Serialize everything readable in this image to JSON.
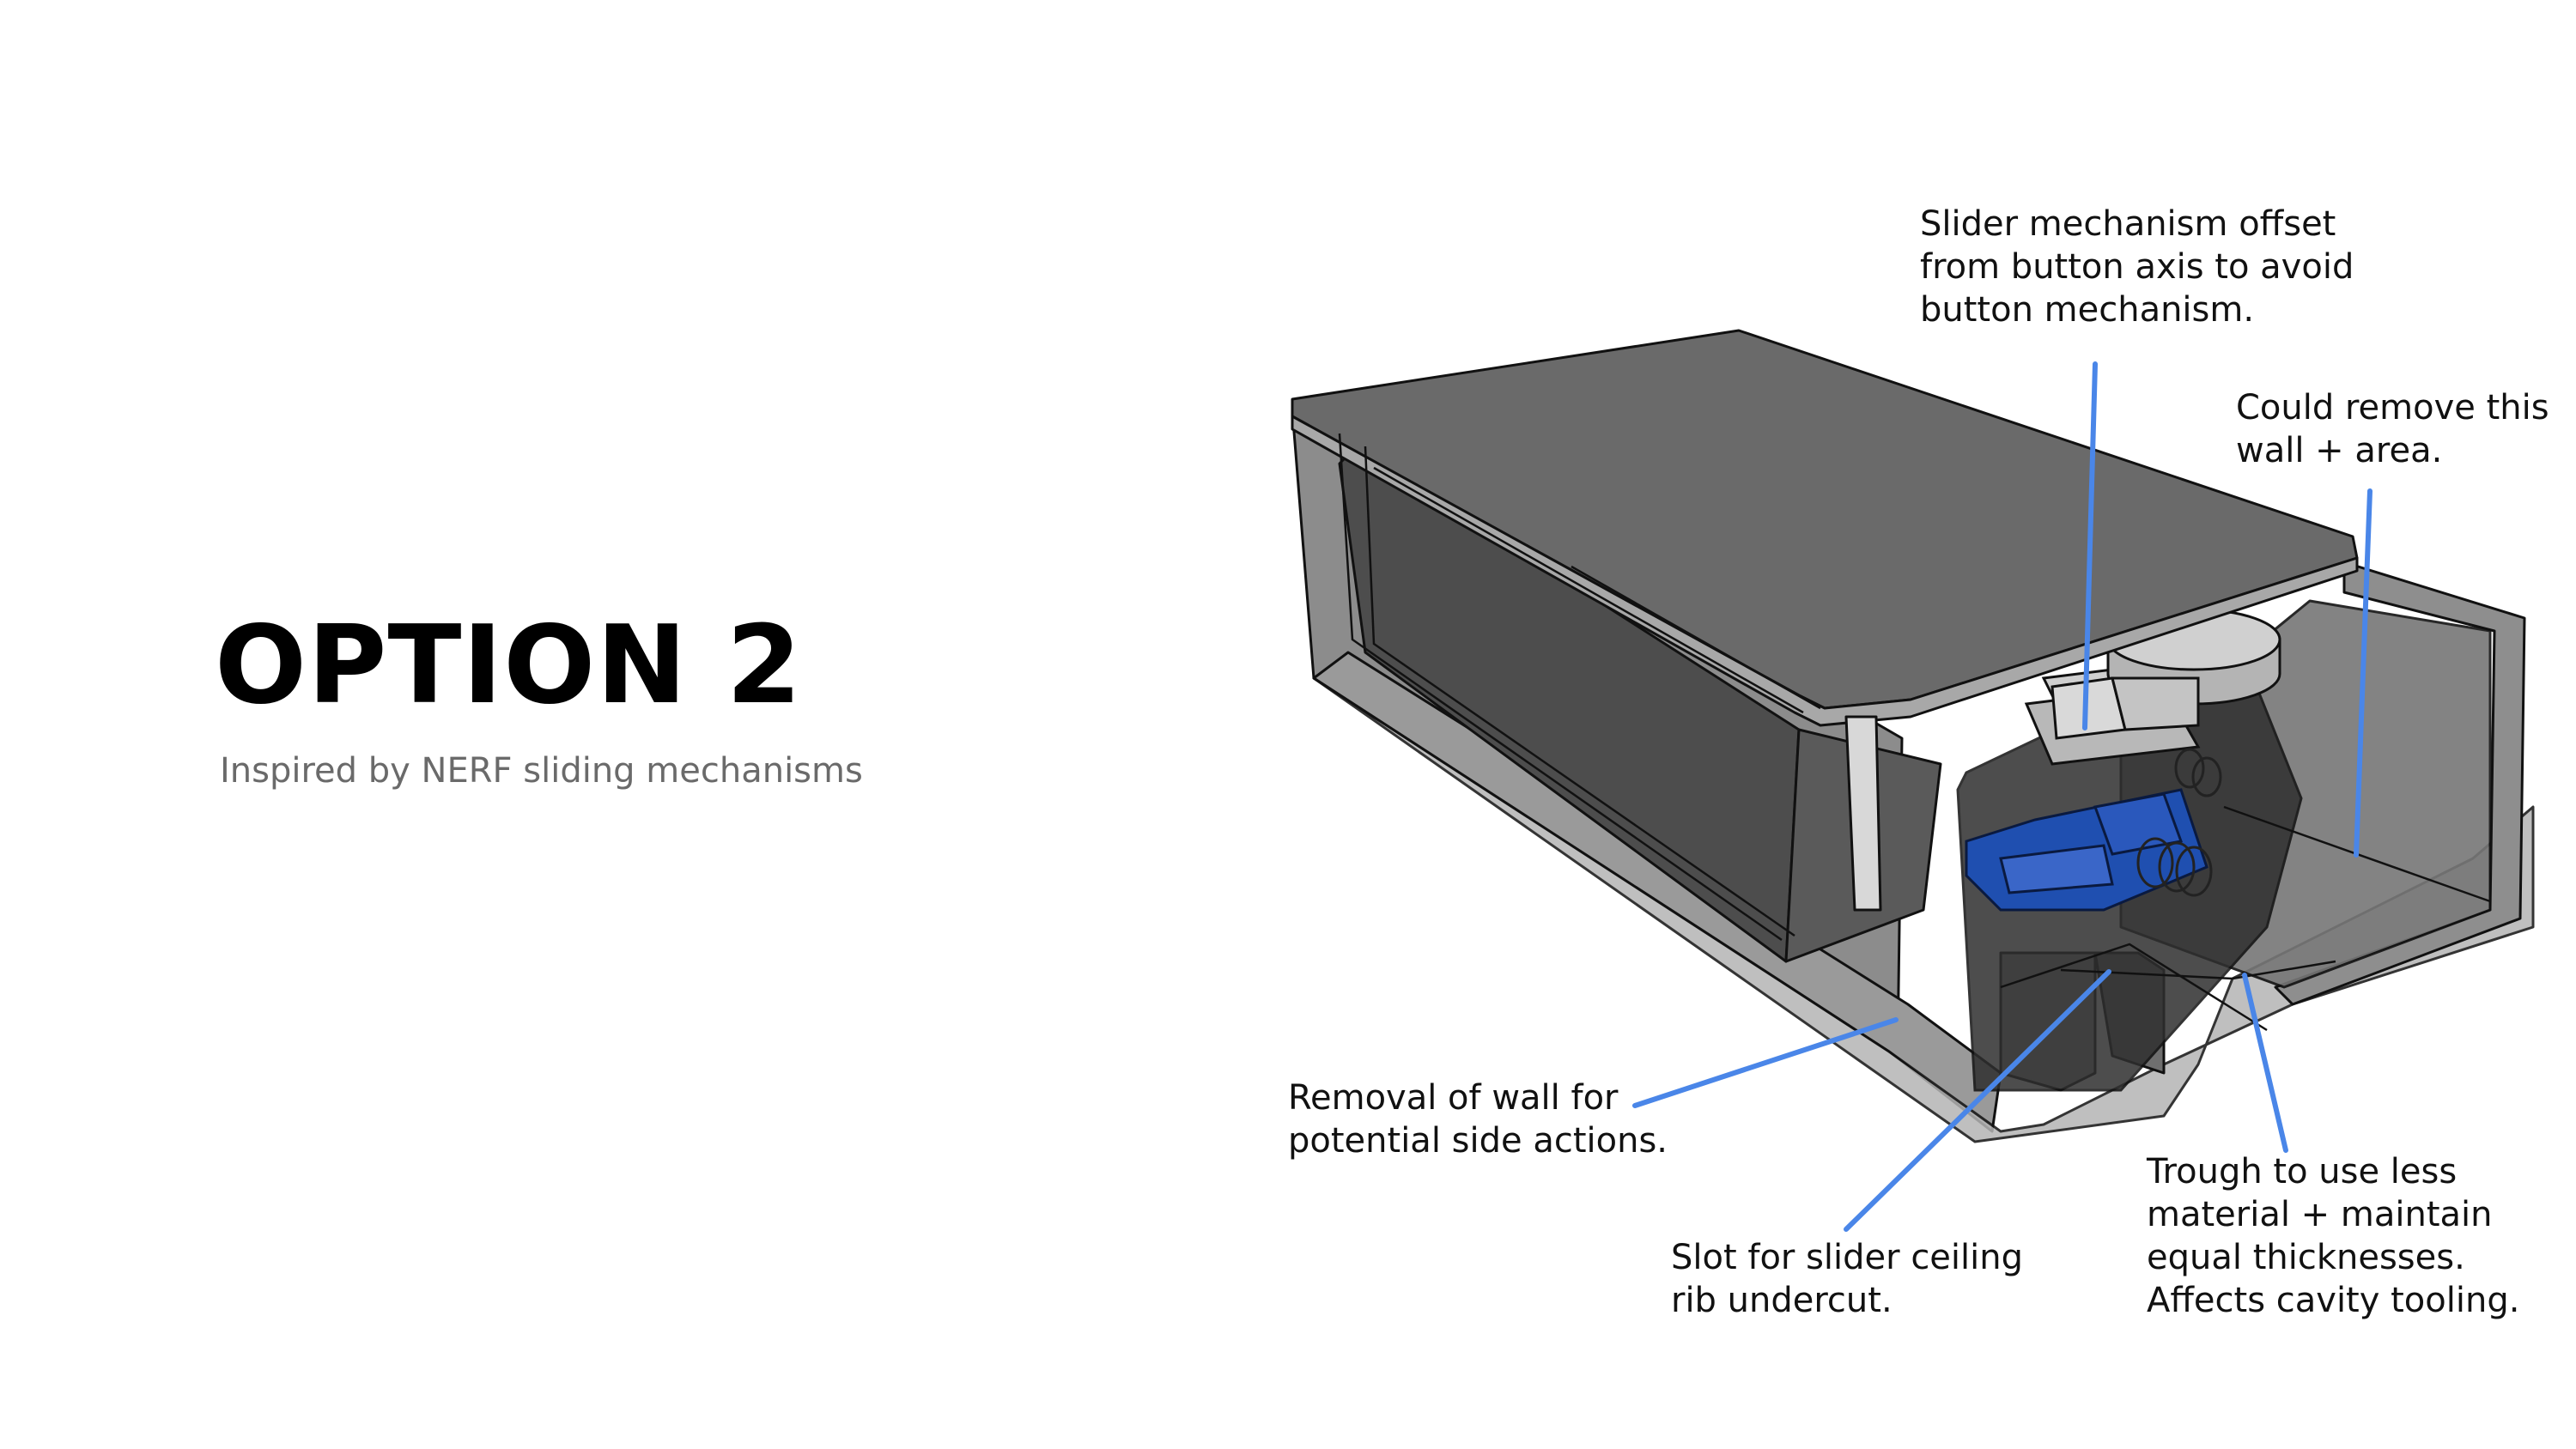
{
  "slide": {
    "title": "OPTION 2",
    "subtitle": "Inspired by NERF sliding mechanisms"
  },
  "callouts": {
    "slider_offset": "Slider mechanism offset\nfrom button axis to avoid\nbutton mechanism.",
    "remove_wall": "Could remove this\nwall + area.",
    "side_actions": "Removal of wall for\npotential side actions.",
    "slot_rib": "Slot for slider ceiling\nrib undercut.",
    "trough": "Trough to use less\nmaterial + maintain\nequal thicknesses.\nAffects cavity tooling."
  },
  "colors": {
    "callout_line": "#4a86e8",
    "slider_part": "#1f4fb0",
    "lid": "#676767",
    "housing": "#8a8a8a"
  }
}
